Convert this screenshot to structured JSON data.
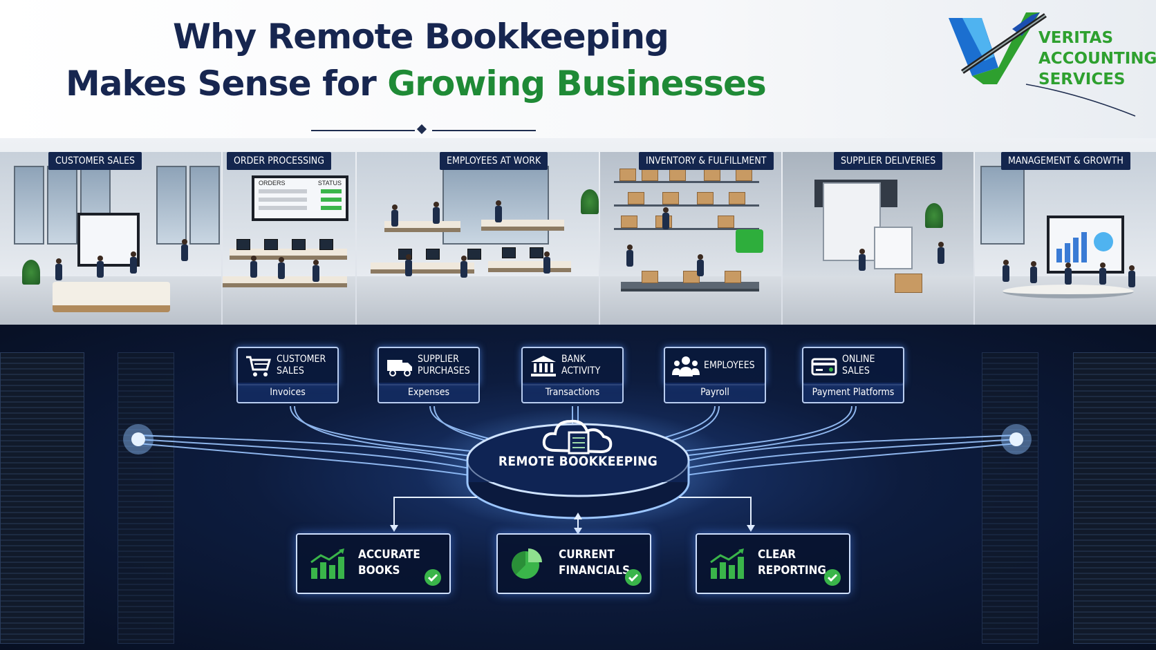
{
  "header": {
    "title_line1": "Why Remote Bookkeeping",
    "title_line2_prefix": "Makes Sense for ",
    "title_line2_highlight": "Growing Businesses"
  },
  "logo": {
    "line1": "VERITAS",
    "line2": "ACCOUNTING",
    "line3": "SERVICES",
    "icon": "v-checkmark-pen-logo"
  },
  "zones": [
    {
      "label": "CUSTOMER SALES"
    },
    {
      "label": "ORDER PROCESSING"
    },
    {
      "label": "EMPLOYEES AT WORK"
    },
    {
      "label": "INVENTORY & FULFILLMENT"
    },
    {
      "label": "SUPPLIER DELIVERIES"
    },
    {
      "label": "MANAGEMENT & GROWTH"
    }
  ],
  "order_screen": {
    "col1": "ORDERS",
    "col2": "STATUS"
  },
  "sources": [
    {
      "title": "CUSTOMER\nSALES",
      "title_a": "CUSTOMER",
      "title_b": "SALES",
      "sub": "Invoices",
      "icon": "shopping-cart-icon"
    },
    {
      "title_a": "SUPPLIER",
      "title_b": "PURCHASES",
      "sub": "Expenses",
      "icon": "delivery-truck-icon"
    },
    {
      "title_a": "BANK",
      "title_b": "ACTIVITY",
      "sub": "Transactions",
      "icon": "bank-building-icon"
    },
    {
      "title_a": "EMPLOYEES",
      "title_b": "",
      "sub": "Payroll",
      "icon": "people-group-icon"
    },
    {
      "title_a": "ONLINE",
      "title_b": "SALES",
      "sub": "Payment Platforms",
      "icon": "credit-card-icon"
    }
  ],
  "hub": {
    "label": "REMOTE BOOKKEEPING",
    "icon": "cloud-ledger-icon"
  },
  "outcomes": [
    {
      "line1": "ACCURATE",
      "line2": "BOOKS",
      "icon": "bar-chart-growth-icon",
      "status": "check-icon"
    },
    {
      "line1": "CURRENT",
      "line2": "FINANCIALS",
      "icon": "pie-chart-icon",
      "status": "check-icon"
    },
    {
      "line1": "CLEAR",
      "line2": "REPORTING",
      "icon": "bar-chart-growth-icon",
      "status": "check-icon"
    }
  ],
  "colors": {
    "navy": "#172650",
    "green": "#1f8a36",
    "label_bg": "#14264e",
    "glow": "#5aa0ff",
    "check": "#3ab54a"
  }
}
